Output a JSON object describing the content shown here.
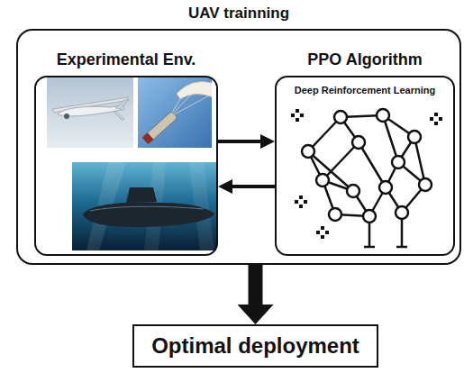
{
  "diagram": {
    "nodes": [
      {
        "text": [
          "UAV trainning"
        ]
      },
      {
        "text": [
          "Experimental Env."
        ],
        "in": 0
      },
      {
        "text": [
          "PPO Algorithm",
          "Deep Reinforcement Learning"
        ],
        "in": 0
      },
      {
        "text": [
          "Optimal deployment"
        ]
      }
    ],
    "edges": [
      {
        "from": 1,
        "to": 2,
        "arrow": "to"
      },
      {
        "from": 2,
        "to": 1,
        "arrow": "to"
      },
      {
        "from": 0,
        "to": 3,
        "arrow": "to"
      }
    ]
  }
}
